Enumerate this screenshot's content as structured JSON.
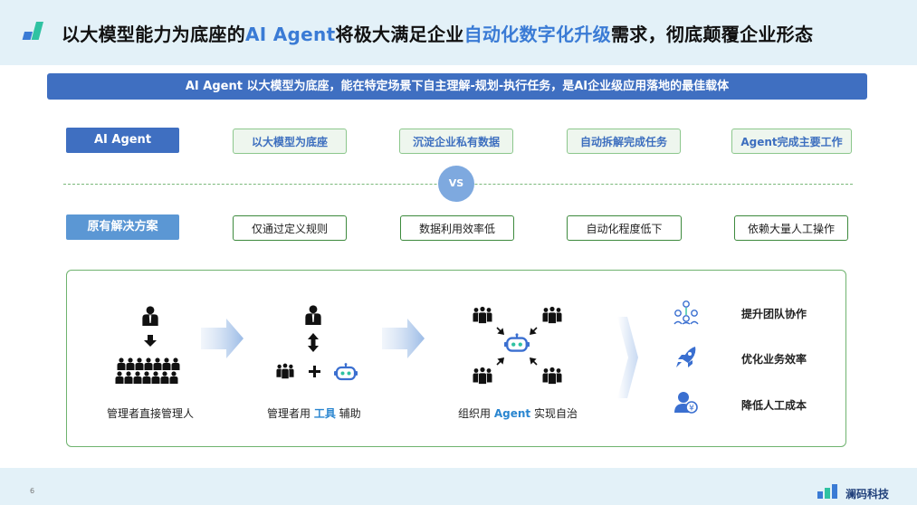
{
  "header": {
    "title_part1": "以大模型能力为底座的",
    "title_highlight1": "AI Agent",
    "title_part2": "将极大满足企业",
    "title_highlight2": "自动化数字化升级",
    "title_part3": "需求，彻底颠覆企业形态"
  },
  "banner": "AI Agent 以大模型为底座，能在特定场景下自主理解-规划-执行任务，是AI企业级应用落地的最佳载体",
  "comparison": {
    "agent_label": "AI Agent",
    "agent_features": [
      "以大模型为底座",
      "沉淀企业私有数据",
      "自动拆解完成任务",
      "Agent完成主要工作"
    ],
    "vs": "VS",
    "legacy_label": "原有解决方案",
    "legacy_features": [
      "仅通过定义规则",
      "数据利用效率低",
      "自动化程度低下",
      "依赖大量人工操作"
    ]
  },
  "stages": [
    {
      "pre": "管理者直接管理人",
      "kw": "",
      "post": ""
    },
    {
      "pre": "管理者用 ",
      "kw": "工具",
      "post": " 辅助"
    },
    {
      "pre": "组织用 ",
      "kw": "Agent",
      "post": " 实现自治"
    }
  ],
  "benefits": [
    {
      "icon": "team-collaboration-icon",
      "label": "提升团队协作"
    },
    {
      "icon": "rocket-icon",
      "label": "优化业务效率"
    },
    {
      "icon": "cost-reduction-icon",
      "label": "降低人工成本"
    }
  ],
  "footer": {
    "page_number": "6",
    "brand": "澜码科技"
  },
  "colors": {
    "primary_blue": "#3f6fc1",
    "highlight_blue": "#3a7bd5",
    "green_border": "#6fb36f",
    "header_bg": "#e3f1f8"
  }
}
